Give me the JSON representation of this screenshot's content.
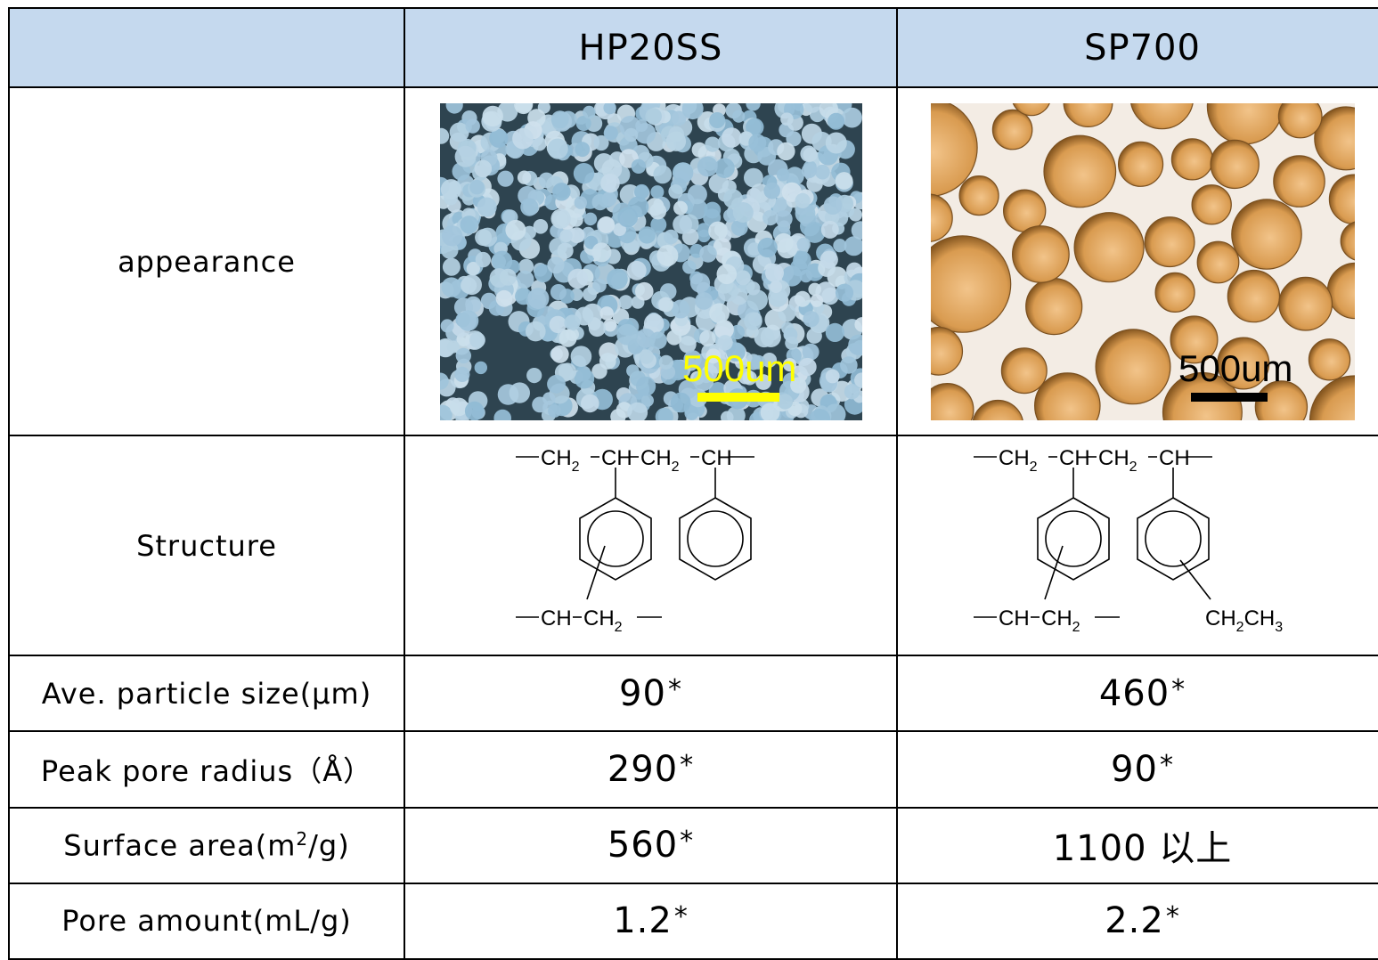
{
  "table": {
    "headers": [
      "",
      "HP20SS",
      "SP700"
    ],
    "rows": {
      "appearance": {
        "label": "appearance"
      },
      "structure": {
        "label": "Structure"
      },
      "particle": {
        "label": "Ave. particle size(μm)",
        "hp20ss": "90",
        "sp700": "460"
      },
      "pore_radius": {
        "label": "Peak pore radius（Å）",
        "hp20ss": "290",
        "sp700": "90"
      },
      "surface": {
        "label_pre": "Surface area(m",
        "label_sup": "2",
        "label_post": "/g)",
        "hp20ss": "560",
        "sp700": "1100 以上"
      },
      "pore_amount": {
        "label": "Pore amount(mL/g)",
        "hp20ss": "1.2",
        "sp700": "2.2"
      }
    },
    "star": "*"
  },
  "images": {
    "hp20ss": {
      "scale_label": "500um",
      "scale_color": "#ffff00",
      "bg_color": "#2e4450",
      "bead_color": "#b9d5e6"
    },
    "sp700": {
      "scale_label": "500um",
      "scale_color": "#000000",
      "bg_color": "#f3ece4",
      "bead_color": "#d99b50"
    }
  },
  "structure": {
    "ch2": "CH",
    "sub2": "2",
    "ch": "CH",
    "ch3": "CH",
    "sub3": "3"
  }
}
